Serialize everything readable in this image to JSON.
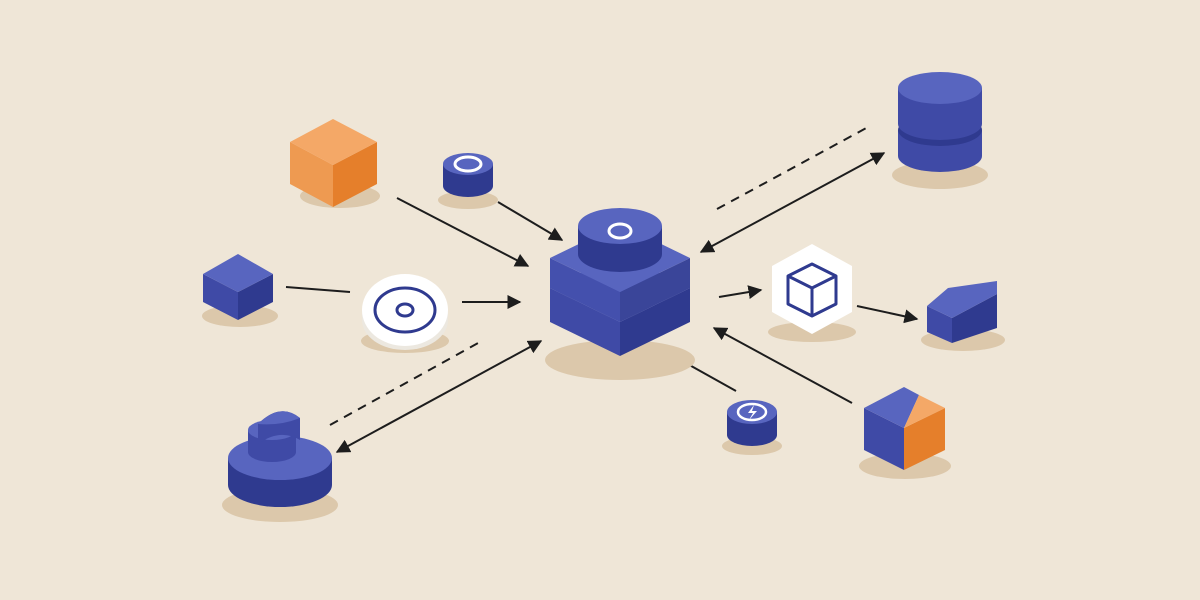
{
  "diagram": {
    "style": "isometric",
    "palette": {
      "background": "#efe6d7",
      "blue_top": "#5865bf",
      "blue_left": "#3f4aa6",
      "blue_right": "#2f3a8f",
      "orange_top": "#f4a867",
      "orange_left": "#ee9a51",
      "orange_right": "#e57f2b",
      "white": "#ffffff",
      "connector": "#1d1d1d",
      "shadow": "#dcc8ab"
    },
    "nodes": [
      {
        "id": "central-hub",
        "shape": "stepped-block-with-dial",
        "color": "blue"
      },
      {
        "id": "orange-cube",
        "shape": "cube",
        "color": "orange"
      },
      {
        "id": "small-cylinder-top",
        "shape": "cylinder-with-ring",
        "color": "blue"
      },
      {
        "id": "blue-cube-left",
        "shape": "cube",
        "color": "blue"
      },
      {
        "id": "white-disc-left",
        "shape": "disc-with-target",
        "color": "white"
      },
      {
        "id": "stepped-cylinder-bottom-left",
        "shape": "stepped-cylinder",
        "color": "blue"
      },
      {
        "id": "database-stack",
        "shape": "stacked-cylinder",
        "color": "blue"
      },
      {
        "id": "white-hex-cube-badge",
        "shape": "hexagon-with-cube-outline",
        "color": "white"
      },
      {
        "id": "wedge-block",
        "shape": "wedge",
        "color": "blue"
      },
      {
        "id": "small-cylinder-bolt",
        "shape": "cylinder-with-bolt",
        "color": "blue"
      },
      {
        "id": "two-tone-cube",
        "shape": "cube",
        "color": "blue-orange"
      }
    ],
    "edges": [
      {
        "from": "orange-cube",
        "to": "central-hub",
        "style": "solid",
        "arrow": "end"
      },
      {
        "from": "small-cylinder-top",
        "to": "central-hub",
        "style": "solid",
        "arrow": "end"
      },
      {
        "from": "blue-cube-left",
        "to": "white-disc-left",
        "style": "solid",
        "arrow": "none"
      },
      {
        "from": "white-disc-left",
        "to": "central-hub",
        "style": "solid",
        "arrow": "end"
      },
      {
        "from": "stepped-cylinder-bottom-left",
        "to": "central-hub",
        "style": "solid",
        "arrow": "both"
      },
      {
        "from": "database-stack",
        "to": "central-hub",
        "style": "solid",
        "arrow": "both"
      },
      {
        "from": "central-hub",
        "to": "white-hex-cube-badge",
        "style": "solid",
        "arrow": "end"
      },
      {
        "from": "white-hex-cube-badge",
        "to": "wedge-block",
        "style": "solid",
        "arrow": "end"
      },
      {
        "from": "small-cylinder-bolt",
        "to": "central-hub",
        "style": "solid",
        "arrow": "end"
      },
      {
        "from": "two-tone-cube",
        "to": "central-hub",
        "style": "solid",
        "arrow": "end"
      }
    ],
    "dashed_guides": [
      {
        "near": "database-stack"
      },
      {
        "near": "stepped-cylinder-bottom-left"
      }
    ]
  }
}
